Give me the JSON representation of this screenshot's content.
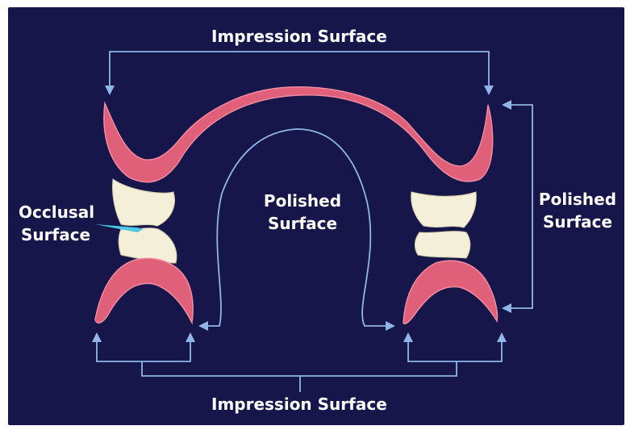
{
  "labels": {
    "impression_top": "Impression Surface",
    "impression_bottom": "Impression Surface",
    "polished_center_1": "Polished",
    "polished_center_2": "Surface",
    "polished_right_1": "Polished",
    "polished_right_2": "Surface",
    "occlusal_1": "Occlusal",
    "occlusal_2": "Surface"
  },
  "colors": {
    "background": "#16164a",
    "denture_pink": "#e0607a",
    "denture_pink_light": "#f08aa0",
    "tooth": "#f3efd8",
    "arrow": "#8fb6e6",
    "occlusal_pointer": "#4fc7e6",
    "text": "#ffffff"
  }
}
